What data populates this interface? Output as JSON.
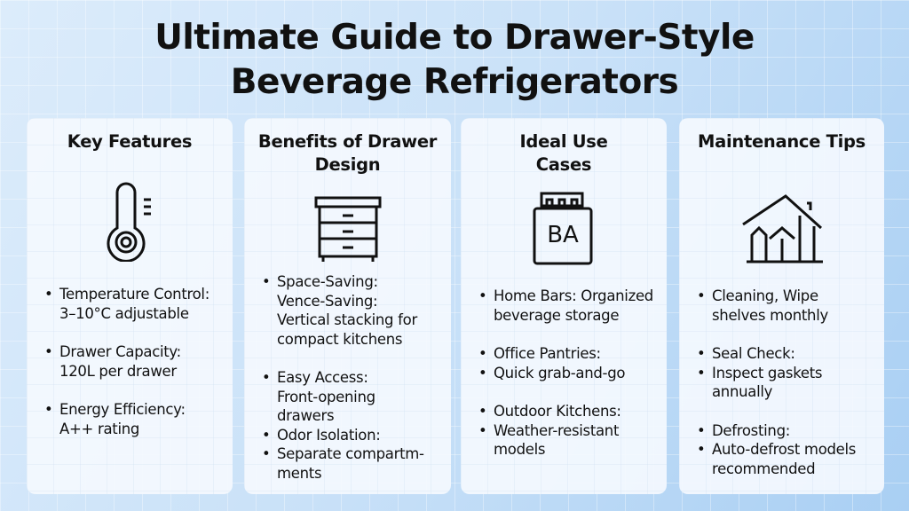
{
  "title": "Ultimate Guide to Drawer-Style\nBeverage Refrigerators",
  "cards": [
    {
      "heading": "Key Features",
      "icon": "thermometer-icon",
      "groups": [
        {
          "items": [
            "Temperature Control:\n3–10°C adjustable"
          ]
        },
        {
          "items": [
            "Drawer Capacity:\n120L per drawer"
          ]
        },
        {
          "items": [
            "Energy Efficiency:\nA++ rating"
          ]
        }
      ]
    },
    {
      "heading": "Benefits of Drawer\nDesign",
      "icon": "drawer-cabinet-icon",
      "groups": [
        {
          "items": [
            "Space-Saving:\nVence-Saving:\nVertical stacking for\ncompact kitchens"
          ]
        },
        {
          "items": [
            "Easy Access:\nFront-opening\ndrawers",
            "Odor Isolation:",
            "Separate compartm-\nments"
          ]
        }
      ]
    },
    {
      "heading": "Ideal Use\nCases",
      "icon": "bar-icon",
      "icon_text": "BA",
      "groups": [
        {
          "items": [
            "Home Bars: Organized\n  beverage storage"
          ]
        },
        {
          "items": [
            "Office Pantries:",
            "Quick grab-and-go"
          ]
        },
        {
          "items": [
            "Outdoor Kitchens:",
            "Weather-resistant\nmodels"
          ]
        }
      ]
    },
    {
      "heading": "Maintenance Tips",
      "icon": "house-icon",
      "groups": [
        {
          "items": [
            "Cleaning, Wipe\nshelves monthly"
          ]
        },
        {
          "items": [
            "Seal Check:",
            "Inspect gaskets\nannually"
          ]
        },
        {
          "items": [
            "Defrosting:",
            "Auto-defrost models\nrecommended"
          ]
        }
      ]
    }
  ]
}
